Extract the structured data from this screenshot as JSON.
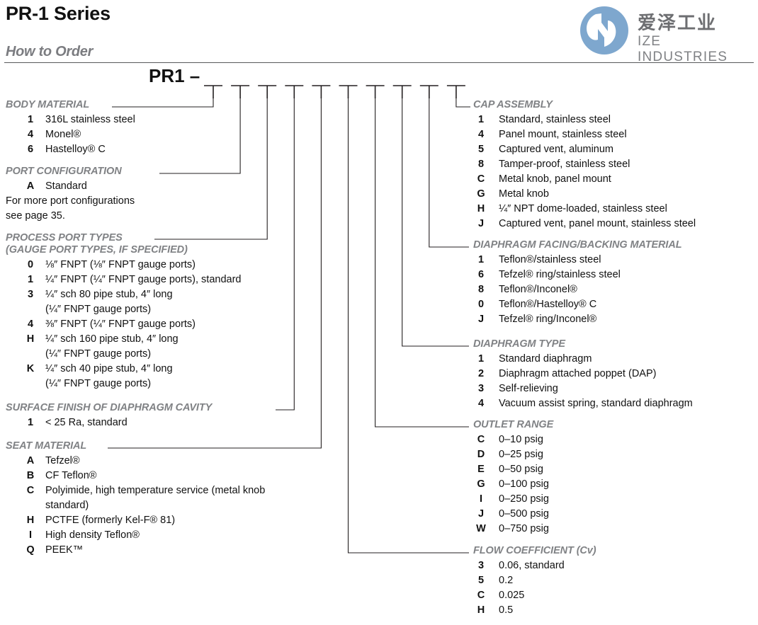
{
  "header": {
    "title": "PR-1 Series",
    "subtitle": "How to Order",
    "part_prefix": "PR1 –",
    "slot_count": 10
  },
  "logo": {
    "mark_name": "ize-industries-logo",
    "circle_color": "#7EA7CE",
    "text_cn": "爱泽工业",
    "text_en": "IZE INDUSTRIES"
  },
  "colors": {
    "heading_gray": "#808285",
    "rule": "#58595b",
    "text": "#111111"
  },
  "sections_left": [
    {
      "id": "body-material",
      "heading": "BODY MATERIAL",
      "rows": [
        {
          "code": "1",
          "desc": "316L stainless steel"
        },
        {
          "code": "4",
          "desc": "Monel®"
        },
        {
          "code": "6",
          "desc": "Hastelloy® C"
        }
      ]
    },
    {
      "id": "port-configuration",
      "heading": "PORT CONFIGURATION",
      "rows": [
        {
          "code": "A",
          "desc": "Standard"
        }
      ],
      "notes": [
        "For more port configurations",
        "see page 35."
      ]
    },
    {
      "id": "process-port-types",
      "heading": "PROCESS PORT TYPES",
      "heading2": "(GAUGE PORT TYPES, IF SPECIFIED)",
      "rows": [
        {
          "code": "0",
          "desc": "⅛″ FNPT (⅛″ FNPT gauge ports)"
        },
        {
          "code": "1",
          "desc": "¼″ FNPT (¼″ FNPT gauge ports), standard"
        },
        {
          "code": "3",
          "desc": "¼″ sch 80 pipe stub, 4″ long",
          "cont": "(¼″ FNPT gauge ports)"
        },
        {
          "code": "4",
          "desc": "⅜″ FNPT (¼″ FNPT gauge ports)"
        },
        {
          "code": "H",
          "desc": "¼″ sch 160 pipe stub, 4″ long",
          "cont": "(¼″ FNPT gauge ports)"
        },
        {
          "code": "K",
          "desc": "¼″ sch 40 pipe stub, 4″ long",
          "cont": "(¼″ FNPT gauge ports)"
        }
      ]
    },
    {
      "id": "surface-finish",
      "heading": "SURFACE FINISH OF DIAPHRAGM CAVITY",
      "rows": [
        {
          "code": "1",
          "desc": "< 25 Ra, standard"
        }
      ]
    },
    {
      "id": "seat-material",
      "heading": "SEAT MATERIAL",
      "rows": [
        {
          "code": "A",
          "desc": "Tefzel®"
        },
        {
          "code": "B",
          "desc": "CF Teflon®"
        },
        {
          "code": "C",
          "desc": "Polyimide, high temperature service (metal knob",
          "cont": "standard)"
        },
        {
          "code": "H",
          "desc": "PCTFE (formerly Kel-F® 81)"
        },
        {
          "code": "I",
          "desc": "High density Teflon®"
        },
        {
          "code": "Q",
          "desc": "PEEK™"
        }
      ]
    }
  ],
  "sections_right": [
    {
      "id": "cap-assembly",
      "heading": "CAP ASSEMBLY",
      "rows": [
        {
          "code": "1",
          "desc": "Standard, stainless steel"
        },
        {
          "code": "4",
          "desc": "Panel mount, stainless steel"
        },
        {
          "code": "5",
          "desc": "Captured vent, aluminum"
        },
        {
          "code": "8",
          "desc": "Tamper-proof, stainless steel"
        },
        {
          "code": "C",
          "desc": "Metal knob, panel mount"
        },
        {
          "code": "G",
          "desc": "Metal knob"
        },
        {
          "code": "H",
          "desc": "¼″ NPT dome-loaded, stainless steel"
        },
        {
          "code": "J",
          "desc": "Captured vent, panel mount, stainless steel"
        }
      ]
    },
    {
      "id": "diaphragm-facing-backing",
      "heading": "DIAPHRAGM FACING/BACKING MATERIAL",
      "rows": [
        {
          "code": "1",
          "desc": "Teflon®/stainless steel"
        },
        {
          "code": "6",
          "desc": "Tefzel® ring/stainless steel"
        },
        {
          "code": "8",
          "desc": "Teflon®/Inconel®"
        },
        {
          "code": "0",
          "desc": "Teflon®/Hastelloy® C"
        },
        {
          "code": "J",
          "desc": "Tefzel® ring/Inconel®"
        }
      ]
    },
    {
      "id": "diaphragm-type",
      "heading": "DIAPHRAGM TYPE",
      "rows": [
        {
          "code": "1",
          "desc": "Standard diaphragm"
        },
        {
          "code": "2",
          "desc": "Diaphragm attached poppet (DAP)"
        },
        {
          "code": "3",
          "desc": "Self-relieving"
        },
        {
          "code": "4",
          "desc": "Vacuum assist spring, standard diaphragm"
        }
      ]
    },
    {
      "id": "outlet-range",
      "heading": "OUTLET RANGE",
      "rows": [
        {
          "code": "C",
          "desc": "0–10 psig"
        },
        {
          "code": "D",
          "desc": "0–25 psig"
        },
        {
          "code": "E",
          "desc": "0–50 psig"
        },
        {
          "code": "G",
          "desc": "0–100 psig"
        },
        {
          "code": "I",
          "desc": "0–250 psig"
        },
        {
          "code": "J",
          "desc": "0–500 psig"
        },
        {
          "code": "W",
          "desc": "0–750 psig"
        }
      ]
    },
    {
      "id": "flow-coefficient",
      "heading": "FLOW COEFFICIENT (Cv)",
      "rows": [
        {
          "code": "3",
          "desc": "0.06, standard"
        },
        {
          "code": "5",
          "desc": "0.2"
        },
        {
          "code": "C",
          "desc": "0.025"
        },
        {
          "code": "H",
          "desc": "0.5"
        }
      ]
    }
  ]
}
